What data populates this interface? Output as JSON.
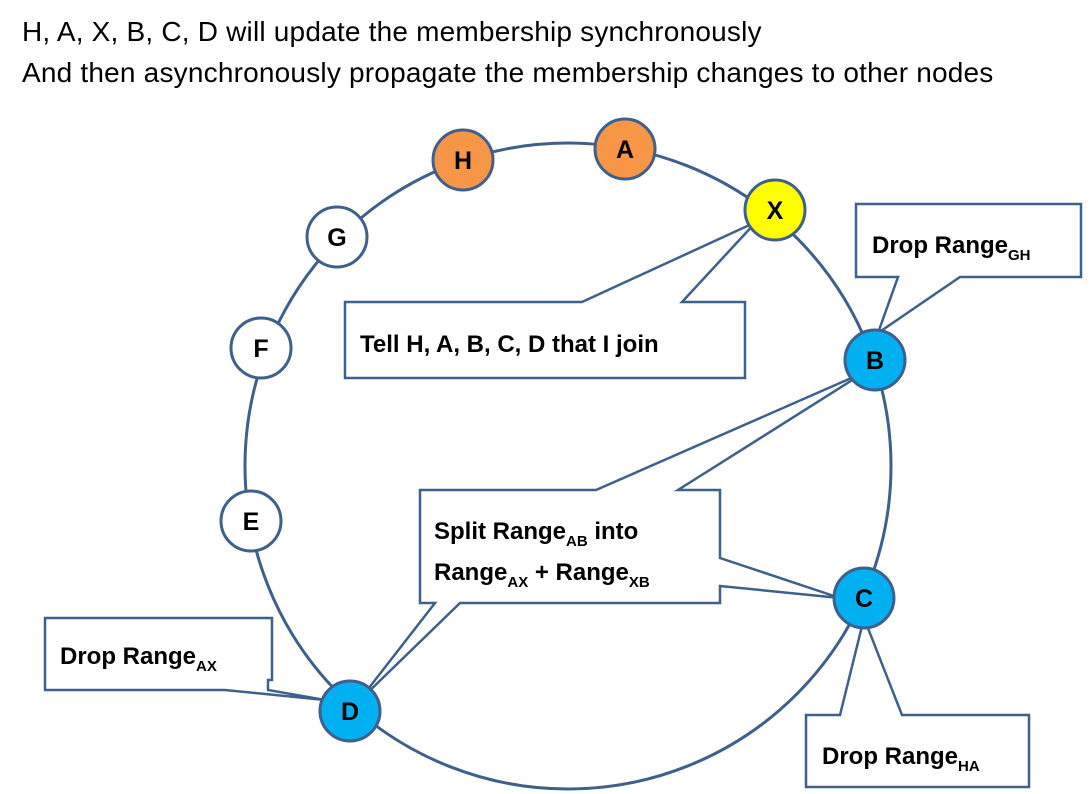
{
  "heading": {
    "line1": "H, A, X, B, C, D will update the membership synchronously",
    "line2": "And then asynchronously propagate the membership changes to other nodes"
  },
  "ring_nodes": [
    {
      "id": "node-h",
      "label": "H",
      "role": "existing-replica"
    },
    {
      "id": "node-a",
      "label": "A",
      "role": "existing-replica"
    },
    {
      "id": "node-x",
      "label": "X",
      "role": "joining"
    },
    {
      "id": "node-g",
      "label": "G",
      "role": "other"
    },
    {
      "id": "node-f",
      "label": "F",
      "role": "other"
    },
    {
      "id": "node-e",
      "label": "E",
      "role": "other"
    },
    {
      "id": "node-b",
      "label": "B",
      "role": "updater"
    },
    {
      "id": "node-c",
      "label": "C",
      "role": "updater"
    },
    {
      "id": "node-d",
      "label": "D",
      "role": "updater"
    }
  ],
  "callouts": {
    "tell": {
      "text": "Tell H, A, B, C, D that I join"
    },
    "drop_gh": {
      "text": "Drop Range",
      "sub": "GH"
    },
    "split": {
      "line1_pre": "Split Range",
      "line1_sub": "AB",
      "line1_post": " into",
      "line2_a": "Range",
      "line2_a_sub": "AX",
      "line2_mid": " + Range",
      "line2_b_sub": "XB"
    },
    "drop_ax": {
      "text": "Drop Range",
      "sub": "AX"
    },
    "drop_ha": {
      "text": "Drop Range",
      "sub": "HA"
    }
  },
  "colors": {
    "ring": "#3f5f8c",
    "orange": "#f79646",
    "yellow": "#ffff00",
    "blue": "#00b0f0",
    "white": "#ffffff",
    "text": "#000000"
  }
}
